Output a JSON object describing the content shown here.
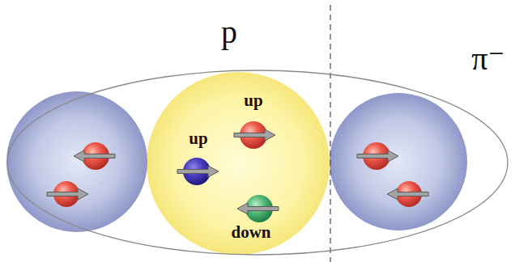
{
  "diagram": {
    "nodes": [
      {
        "text": [
          "p"
        ]
      },
      {
        "text": [
          "up"
        ],
        "in": 0
      },
      {
        "text": [
          "up"
        ],
        "in": 0
      },
      {
        "text": [
          "down"
        ],
        "in": 0
      }
    ],
    "labels": [
      "π⁻"
    ]
  }
}
